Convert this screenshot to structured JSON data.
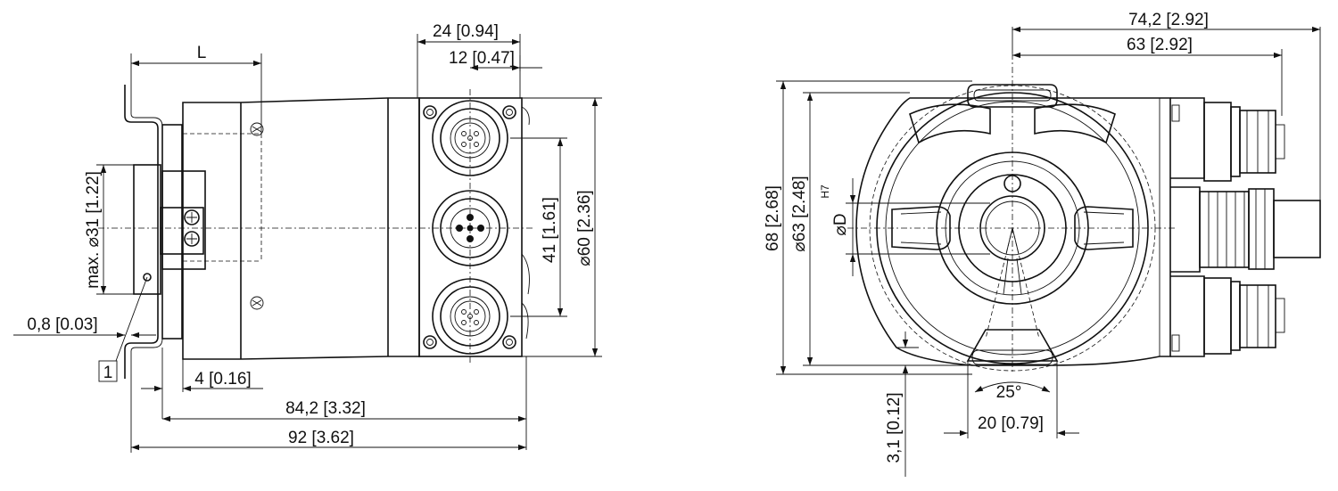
{
  "side_view": {
    "dim_length_symbol": "L",
    "dim_connector_width": "24 [0.94]",
    "dim_connector_center": "12 [0.47]",
    "dim_max_shaft_dia": "max. ⌀31 [1.22]",
    "dim_flange_thickness": "0,8 [0.03]",
    "callout_number": "1",
    "dim_flange_offset": "4 [0.16]",
    "dim_body_length": "84,2 [3.32]",
    "dim_total_length": "92 [3.62]",
    "dim_connector_pitch": "41 [1.61]",
    "dim_body_dia": "⌀60 [2.36]"
  },
  "front_view": {
    "dim_total_width": "74,2 [2.92]",
    "dim_width_to_housing": "63 [2.92]",
    "dim_height": "68 [2.68]",
    "dim_housing_dia": "⌀63 [2.48]",
    "dim_bore_dia": "⌀D",
    "dim_bore_tolerance": "H7",
    "dim_slot_depth": "3,1 [0.12]",
    "dim_slot_angle": "25°",
    "dim_slot_width": "20 [0.79]"
  }
}
